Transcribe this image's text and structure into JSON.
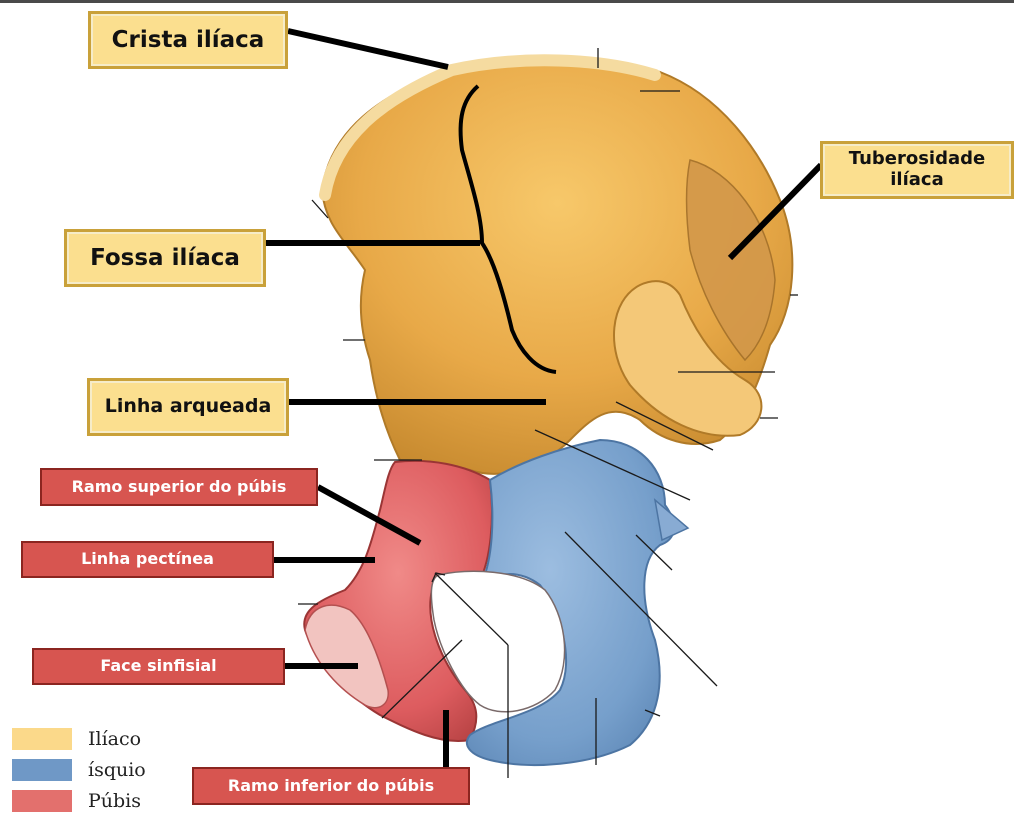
{
  "labels": {
    "crista_iliaca": "Crista ilíaca",
    "fossa_iliaca": "Fossa ilíaca",
    "linha_arqueada": "Linha arqueada",
    "tuberosidade_iliaca": "Tuberosidade ilíaca",
    "ramo_superior_pubis": "Ramo superior do púbis",
    "linha_pectinea": "Linha pectínea",
    "face_sinfisial": "Face sinfisial",
    "ramo_inferior_pubis": "Ramo inferior do púbis"
  },
  "legend": [
    {
      "label": "Ilíaco",
      "color": "#fbd98a"
    },
    {
      "label": "ísquio",
      "color": "#6f98c6"
    },
    {
      "label": "Púbis",
      "color": "#e3706d"
    }
  ],
  "colors": {
    "ilium": "#e9ad4c",
    "ischium": "#7ea6d0",
    "pubis": "#dd5c5f",
    "leader_line": "#000000"
  }
}
